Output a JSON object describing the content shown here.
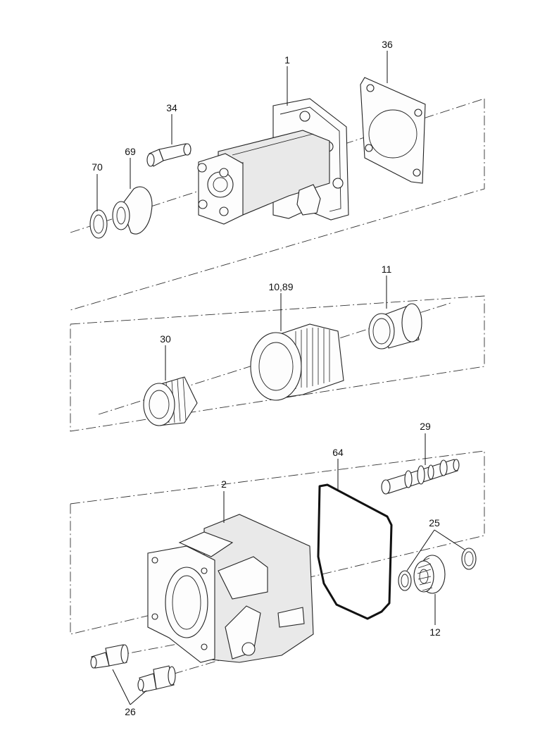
{
  "callouts": {
    "c1": "1",
    "c36": "36",
    "c34": "34",
    "c69": "69",
    "c70": "70",
    "c11": "11",
    "c10_89": "10,89",
    "c30": "30",
    "c29": "29",
    "c64": "64",
    "c2": "2",
    "c25": "25",
    "c12": "12",
    "c26": "26"
  }
}
